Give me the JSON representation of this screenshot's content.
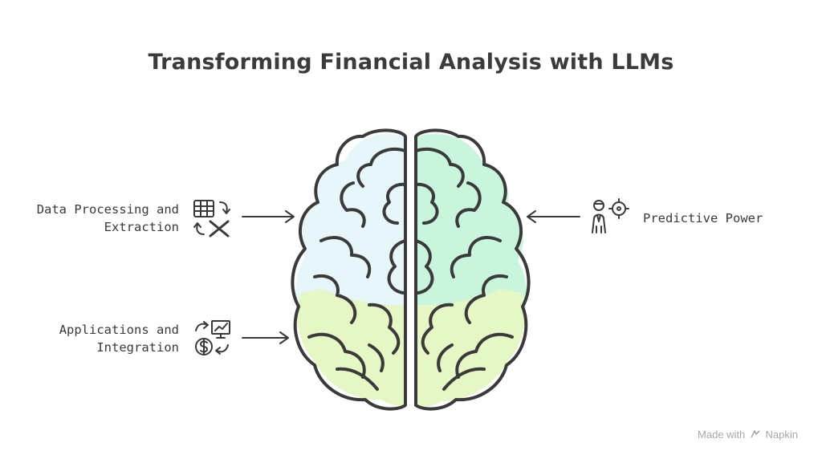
{
  "title": "Transforming Financial Analysis with LLMs",
  "items": [
    {
      "line1": "Data Processing and",
      "line2": "Extraction",
      "icon": "table-convert-icon"
    },
    {
      "line1": "Applications and",
      "line2": "Integration",
      "icon": "chart-money-exchange-icon"
    },
    {
      "line1": "Predictive Power",
      "line2": "",
      "icon": "person-target-icon"
    }
  ],
  "footer": {
    "made_with": "Made with",
    "brand": "Napkin"
  },
  "colors": {
    "left_brain": "#e6f6fb",
    "right_brain": "#c9f5dd",
    "lower_brain": "#e4f7c4",
    "stroke": "#3a3a3a"
  }
}
